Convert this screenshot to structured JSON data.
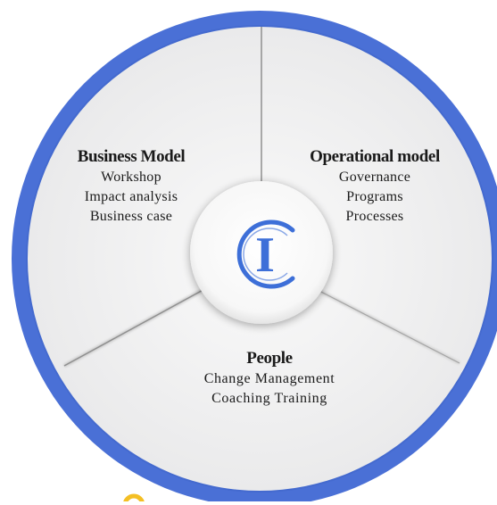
{
  "segments": [
    {
      "title": "Business Model",
      "items": [
        "Workshop",
        "Impact analysis",
        "Business case"
      ]
    },
    {
      "title": "Operational model",
      "items": [
        "Governance",
        "Programs",
        "Processes"
      ]
    },
    {
      "title": "People",
      "items": [
        "Change Management",
        "Coaching Training"
      ]
    }
  ],
  "center_logo": {
    "letter": "I",
    "icon": "ci-monogram-icon"
  },
  "colors": {
    "ring": "#4a70d6",
    "ring_dark": "#3a5ec4",
    "segment_fill": "#f1f1f2",
    "divider": "#9a9a9a",
    "logo": "#3d6fd8",
    "accent_yellow": "#f4bf24"
  }
}
